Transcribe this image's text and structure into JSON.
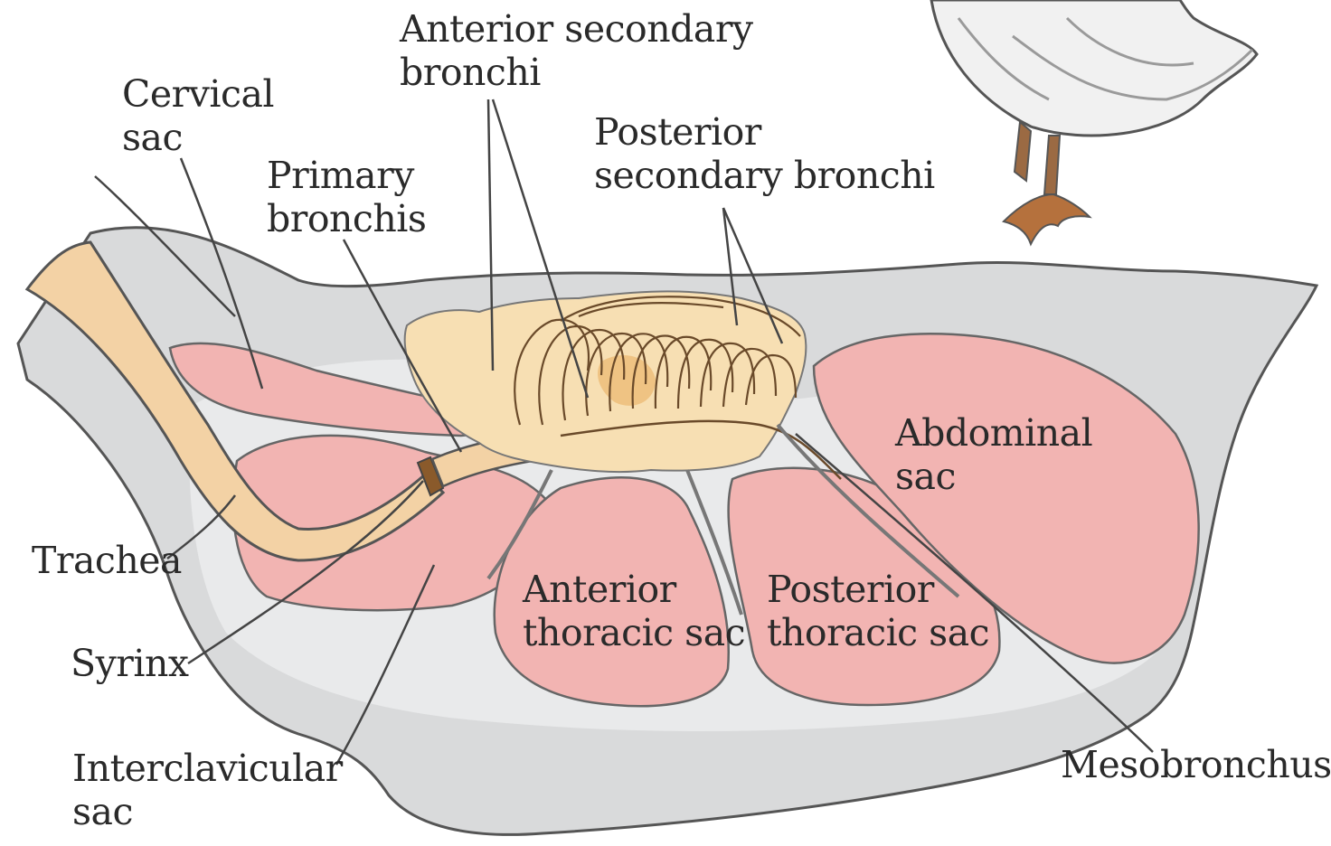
{
  "colors": {
    "body": "#d9dadb",
    "inner": "#e9eaeb",
    "outline": "#555555",
    "sac": "#f2b4b2",
    "sac_light": "#f6c9c5",
    "lung": "#f7dfb3",
    "lung_dark": "#efc383",
    "trachea": "#f3d2a5",
    "leg": "#9b6a43",
    "leader": "#444444"
  },
  "labels": {
    "anterior_secondary_bronchi": [
      "Anterior secondary",
      "bronchi"
    ],
    "cervical_sac": [
      "Cervical",
      "sac"
    ],
    "primary_bronchis": [
      "Primary",
      "bronchis"
    ],
    "posterior_secondary_bronchi": [
      "Posterior",
      "secondary bronchi"
    ],
    "abdominal_sac": [
      "Abdominal",
      "sac"
    ],
    "trachea": "Trachea",
    "anterior_thoracic_sac": [
      "Anterior",
      "thoracic sac"
    ],
    "posterior_thoracic_sac": [
      "Posterior",
      "thoracic sac"
    ],
    "syrinx": "Syrinx",
    "interclavicular_sac": [
      "Interclavicular",
      "sac"
    ],
    "mesobronchus": "Mesobronchus"
  }
}
